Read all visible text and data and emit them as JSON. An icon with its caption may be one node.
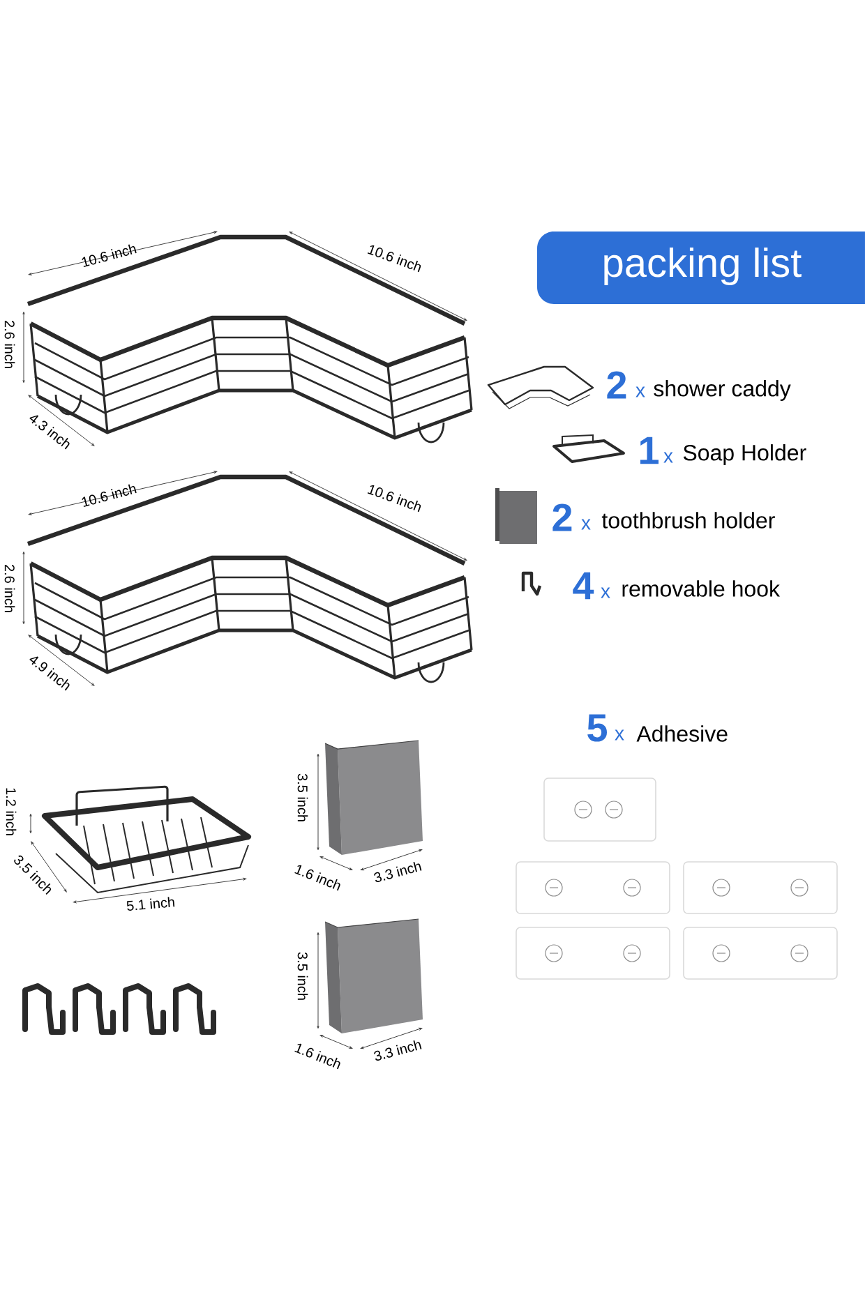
{
  "diagram": {
    "title": "packing list",
    "labels": [
      "10.6 inch",
      "10.6 inch",
      "2.6 inch",
      "4.3 inch",
      "10.6 inch",
      "10.6 inch",
      "2.6 inch",
      "4.9 inch",
      "1.2 inch",
      "3.5 inch",
      "5.1 inch",
      "3.5 inch",
      "1.6 inch",
      "3.3 inch",
      "3.5 inch",
      "1.6 inch",
      "3.3 inch",
      "2",
      "x",
      "shower caddy",
      "1",
      "x",
      "Soap Holder",
      "2",
      "x",
      "toothbrush holder",
      "4",
      "x",
      "removable hook",
      "5",
      "x",
      "Adhesive"
    ]
  }
}
